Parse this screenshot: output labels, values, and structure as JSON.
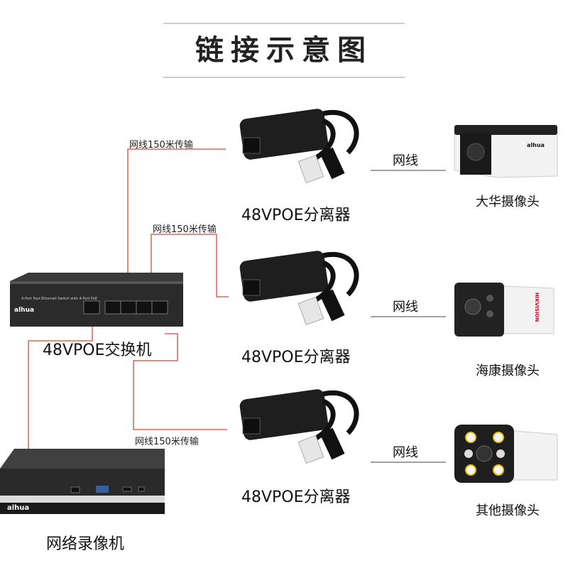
{
  "title": "链接示意图",
  "switch_label": "48VPOE交换机",
  "switch_brand": "alhua",
  "switch_model": "4-Port Fast Ethernet Switch with 4-Port PoE",
  "nvr_label": "网络录像机",
  "nvr_brand": "alhua",
  "cable_label": "网线150米传输",
  "short_cable_label": "网线",
  "splitters": [
    {
      "label": "48VPOE分离器",
      "camera_label": "大华摄像头",
      "camera_brand": "alhua"
    },
    {
      "label": "48VPOE分离器",
      "camera_label": "海康摄像头",
      "camera_brand": "HIKVISION"
    },
    {
      "label": "48VPOE分离器",
      "camera_label": "其他摄像头",
      "camera_brand": ""
    }
  ],
  "colors": {
    "cable": "#d9463b",
    "guide": "#bbbbbb",
    "device": "#2b2b2b"
  }
}
